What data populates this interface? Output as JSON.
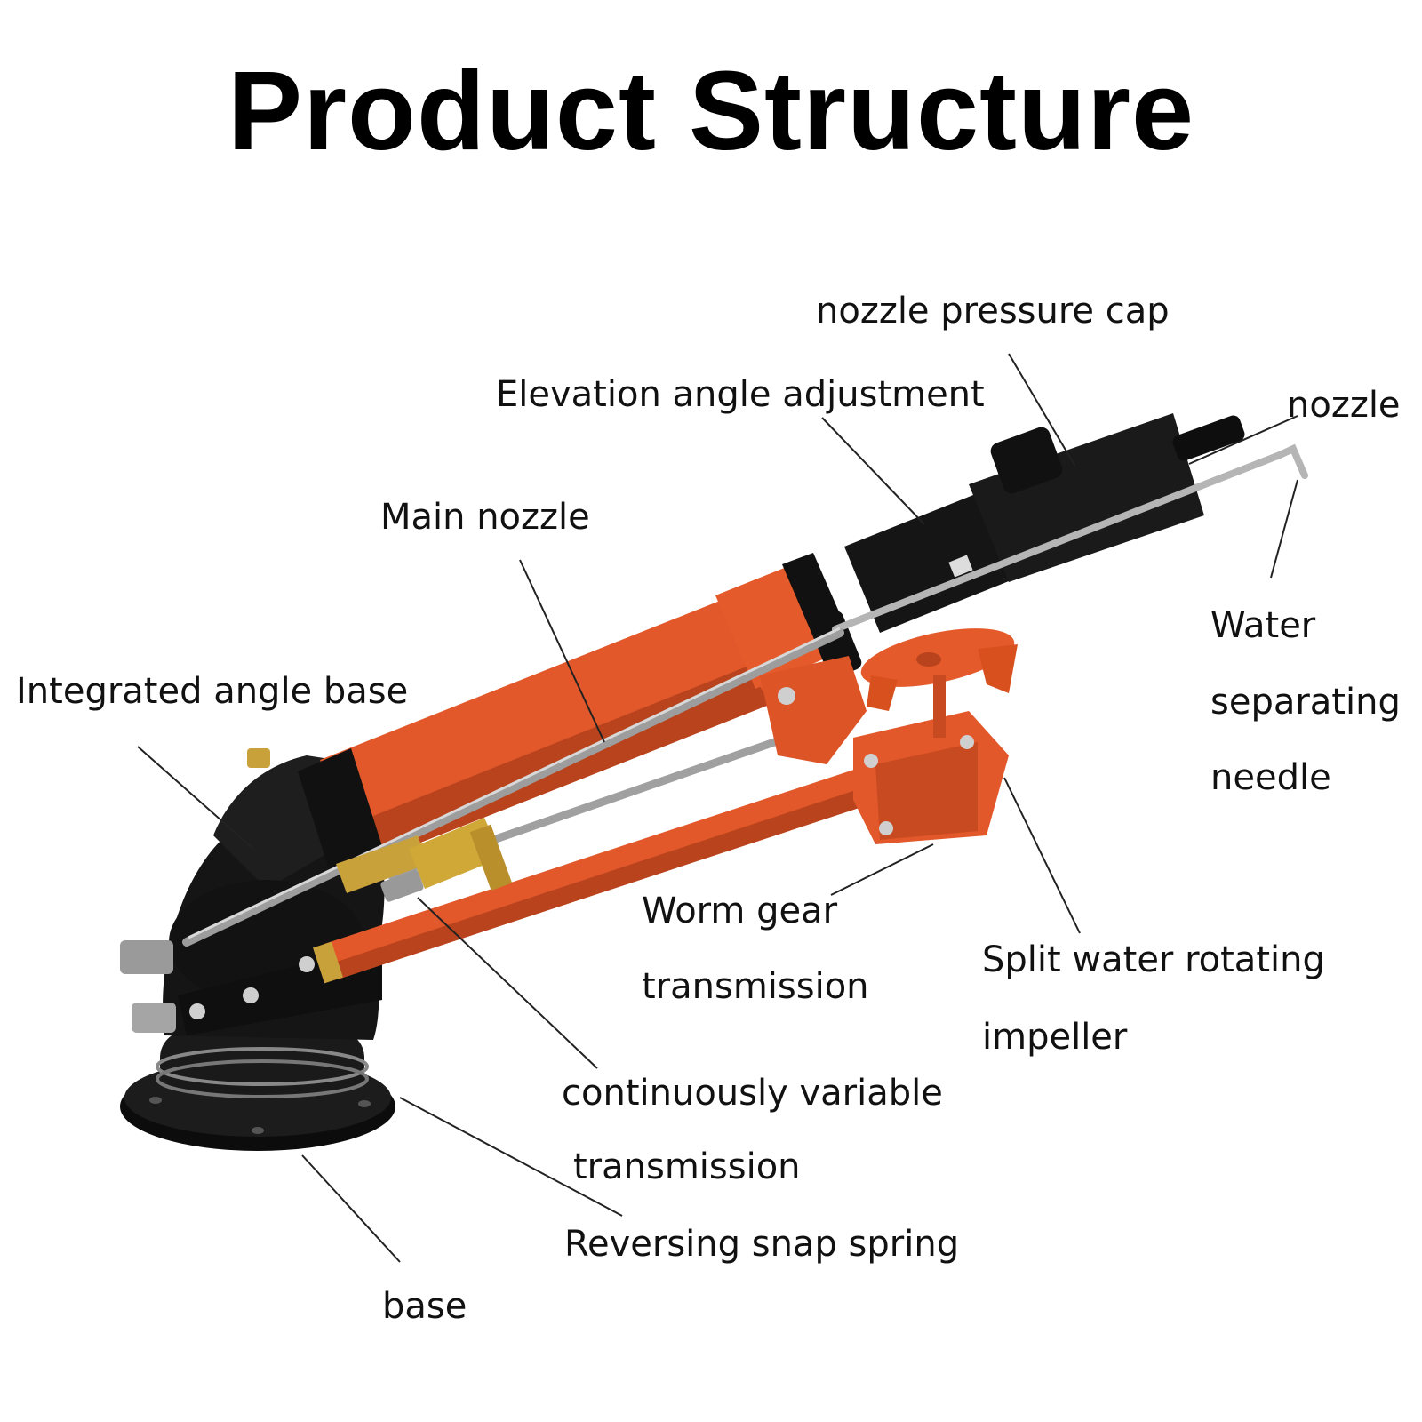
{
  "title": "Product Structure",
  "colors": {
    "body": "#e2582b",
    "body_shadow": "#b8431c",
    "black": "#111111",
    "steel": "#a9a9a9",
    "brass": "#c9a13a"
  },
  "labels": {
    "nozzle_pressure_cap": "nozzle pressure cap",
    "elevation_angle_adjustment": "Elevation angle adjustment",
    "nozzle": "nozzle",
    "main_nozzle": "Main nozzle",
    "water_1": "Water",
    "water_2": "separating",
    "water_3": "needle",
    "integrated_angle_base": "Integrated angle base",
    "worm_gear_1": "Worm gear",
    "worm_gear_2": "transmission",
    "split_water_1": "Split water rotating",
    "split_water_2": "impeller",
    "cvt_1": "continuously variable",
    "cvt_2": "transmission",
    "reversing_snap_spring": "Reversing snap spring",
    "base": "base"
  }
}
